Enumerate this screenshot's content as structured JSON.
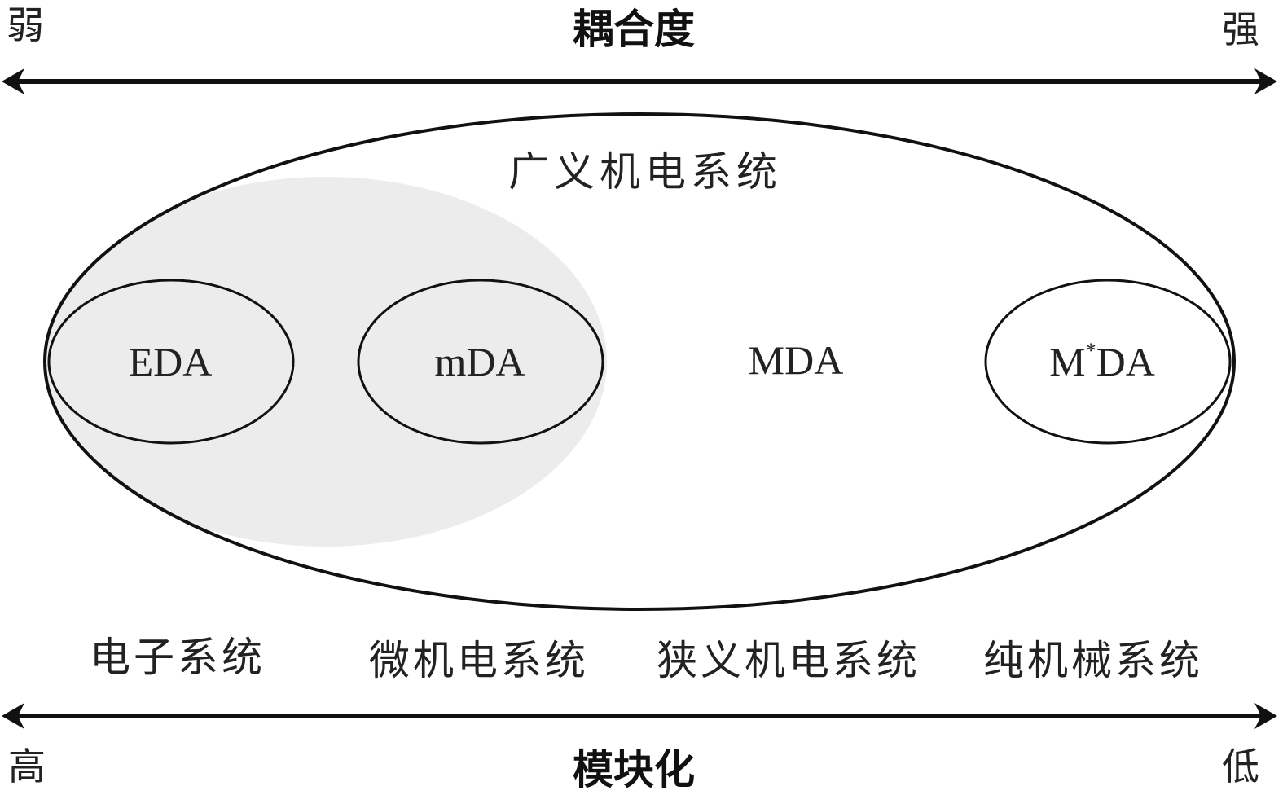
{
  "top_axis": {
    "title": "耦合度",
    "left_label": "弱",
    "right_label": "强"
  },
  "bottom_axis": {
    "title": "模块化",
    "left_label": "高",
    "right_label": "低"
  },
  "outer_ellipse": {
    "label": "广义机电系统"
  },
  "ellipses": {
    "eda": "EDA",
    "mda_micro": "mDA",
    "mda": "MDA",
    "mstar_da_main": "M",
    "mstar_da_sup": "*",
    "mstar_da_tail": "DA"
  },
  "categories": [
    "电子系统",
    "微机电系统",
    "狭义机电系统",
    "纯机械系统"
  ],
  "colors": {
    "line": "#111111",
    "shaded_region": "#ececec",
    "text": "#222222"
  }
}
